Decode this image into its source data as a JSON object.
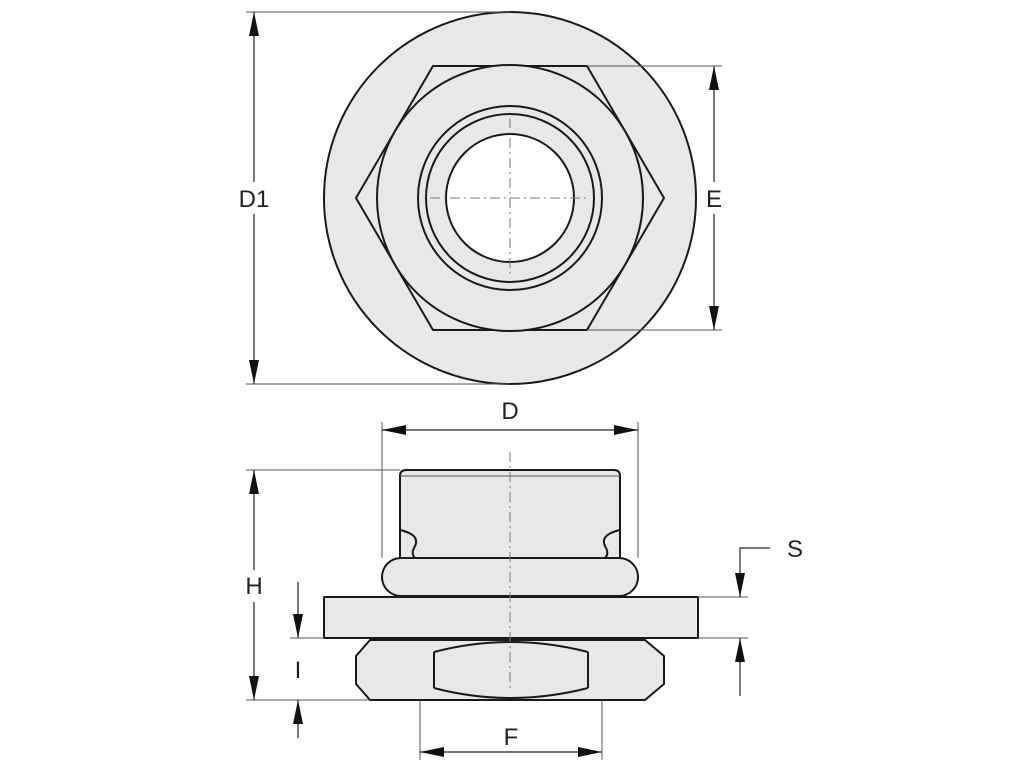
{
  "labels": {
    "d1": "D1",
    "e": "E",
    "d": "D",
    "h": "H",
    "i": "I",
    "f": "F",
    "s": "S"
  }
}
